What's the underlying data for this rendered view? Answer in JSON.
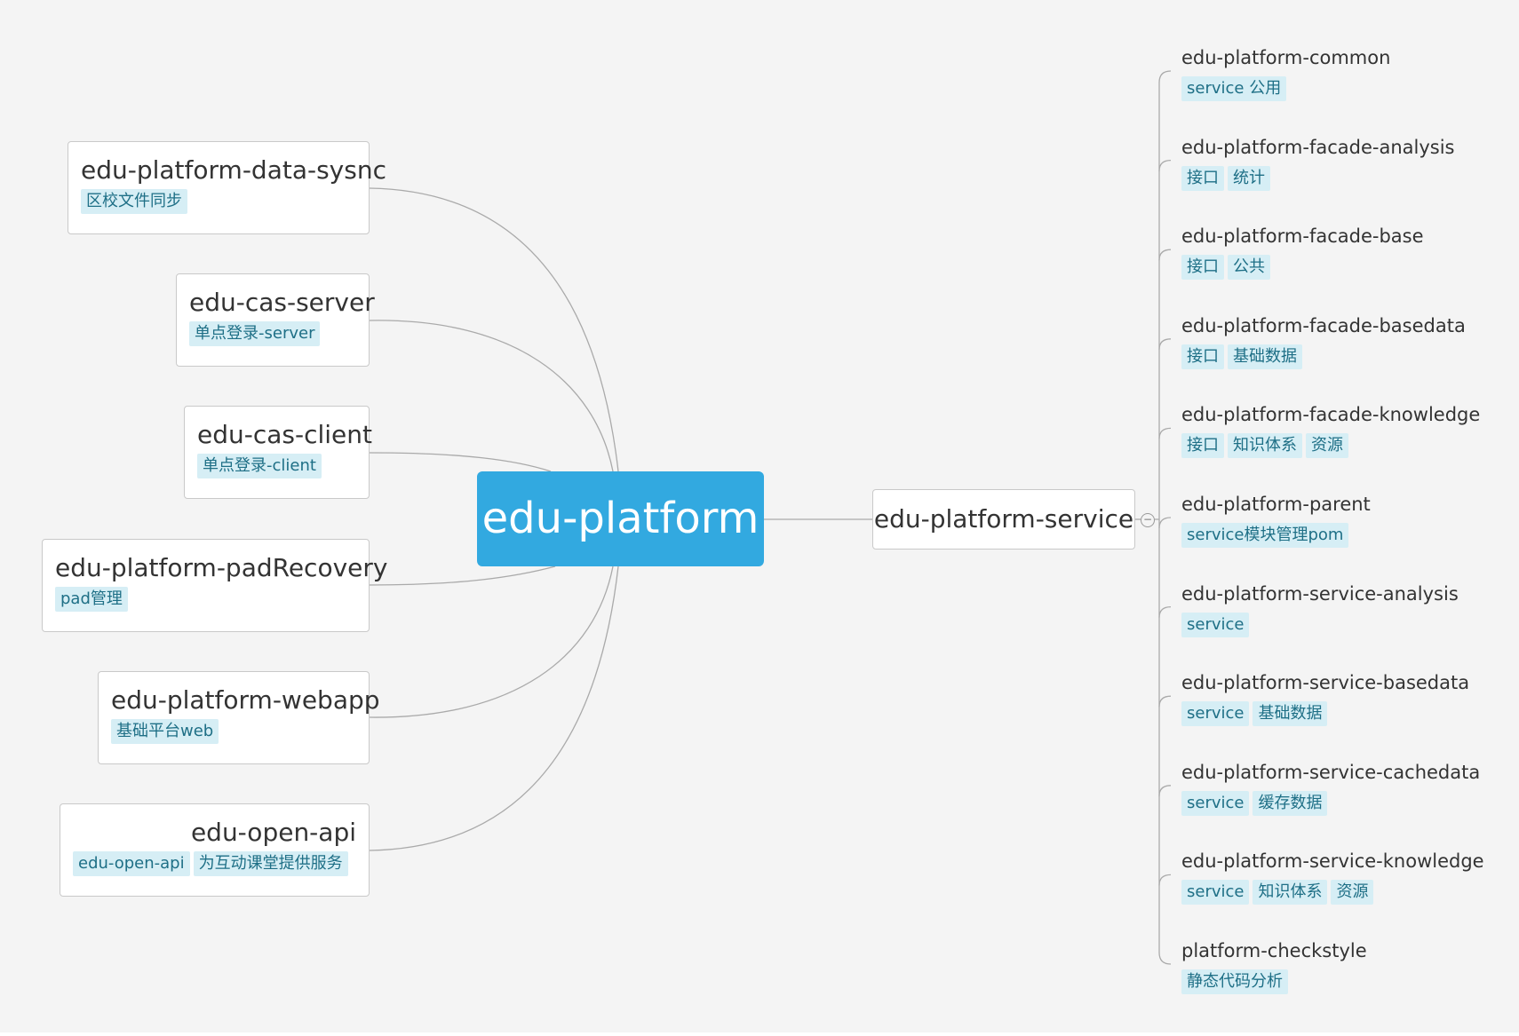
{
  "root": {
    "label": "edu-platform"
  },
  "left_nodes": [
    {
      "title": "edu-platform-data-sysnc",
      "tags": [
        "区校文件同步"
      ]
    },
    {
      "title": "edu-cas-server",
      "tags": [
        "单点登录-server"
      ]
    },
    {
      "title": "edu-cas-client",
      "tags": [
        "单点登录-client"
      ]
    },
    {
      "title": "edu-platform-padRecovery",
      "tags": [
        "pad管理"
      ]
    },
    {
      "title": "edu-platform-webapp",
      "tags": [
        "基础平台web"
      ]
    },
    {
      "title": "edu-open-api",
      "tags": [
        "edu-open-api",
        "为互动课堂提供服务"
      ]
    }
  ],
  "service_node": {
    "label": "edu-platform-service",
    "collapse_glyph": "−"
  },
  "service_children": [
    {
      "title": "edu-platform-common",
      "tags": [
        "service 公用"
      ]
    },
    {
      "title": "edu-platform-facade-analysis",
      "tags": [
        "接口",
        "统计"
      ]
    },
    {
      "title": "edu-platform-facade-base",
      "tags": [
        "接口",
        "公共"
      ]
    },
    {
      "title": "edu-platform-facade-basedata",
      "tags": [
        "接口",
        "基础数据"
      ]
    },
    {
      "title": "edu-platform-facade-knowledge",
      "tags": [
        "接口",
        "知识体系",
        "资源"
      ]
    },
    {
      "title": "edu-platform-parent",
      "tags": [
        "service模块管理pom"
      ]
    },
    {
      "title": "edu-platform-service-analysis",
      "tags": [
        "service"
      ]
    },
    {
      "title": "edu-platform-service-basedata",
      "tags": [
        "service",
        "基础数据"
      ]
    },
    {
      "title": "edu-platform-service-cachedata",
      "tags": [
        "service",
        "缓存数据"
      ]
    },
    {
      "title": "edu-platform-service-knowledge",
      "tags": [
        "service",
        "知识体系",
        "资源"
      ]
    },
    {
      "title": "platform-checkstyle",
      "tags": [
        "静态代码分析"
      ]
    }
  ],
  "colors": {
    "canvas": "#f4f4f4",
    "root_fill": "#32a9e0",
    "connector": "#aaaaaa",
    "tag_fill": "#d6eef5",
    "tag_text": "#1e6f86"
  }
}
